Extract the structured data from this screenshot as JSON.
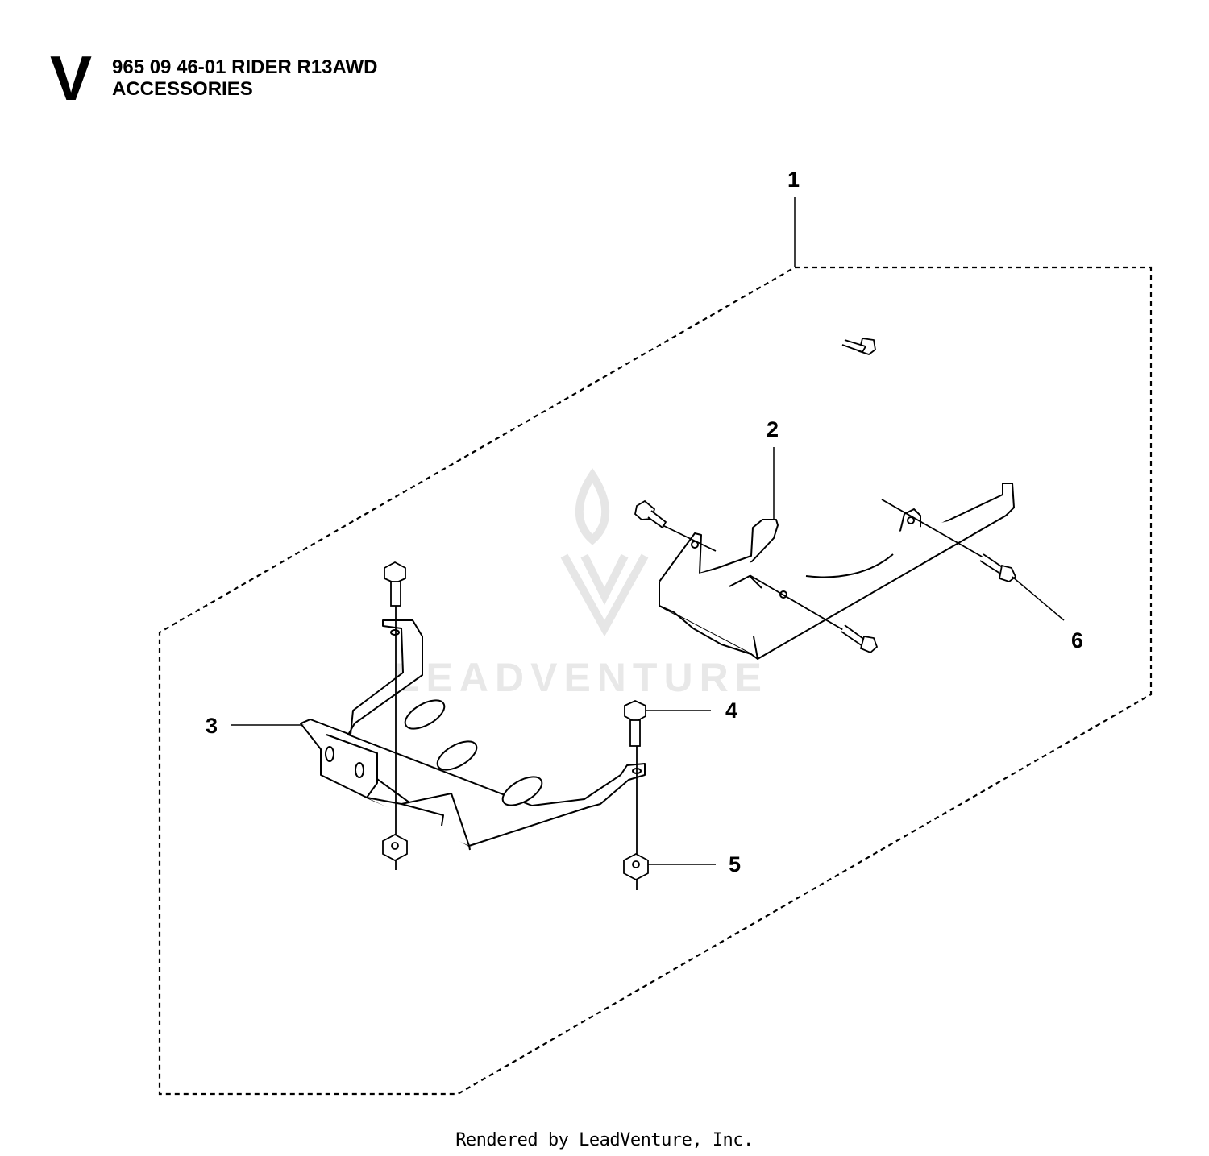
{
  "header": {
    "section_letter": "V",
    "line1": "965 09 46-01 RIDER R13AWD",
    "line2": "ACCESSORIES"
  },
  "callouts": [
    "1",
    "2",
    "3",
    "4",
    "5",
    "6"
  ],
  "watermark": "LEADVENTURE",
  "footer": "Rendered by LeadVenture, Inc."
}
